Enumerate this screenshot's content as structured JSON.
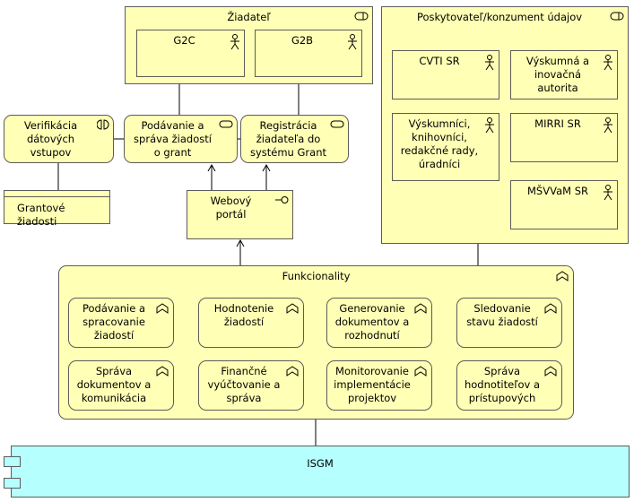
{
  "diagram": {
    "ziadatel": {
      "title": "Žiadateľ",
      "g2c": "G2C",
      "g2b": "G2B"
    },
    "poskytovatel": {
      "title": "Poskytovateľ/konzument údajov",
      "cvti": "CVTI SR",
      "vyskumna": "Výskumná a\ninovačná\nautorita",
      "vyskumnici": "Výskumníci,\nknihovníci,\nredakčné rady,\núradníci",
      "mirri": "MIRRI SR",
      "msvvam": "MŠVVaM SR"
    },
    "verifikacia": "Verifikácia\ndátových\nvstupov",
    "podavanie_sprava": "Podávanie a\nspráva žiadostí\no grant",
    "registracia": "Registrácia\nžiadateľa do\nsystému Grant",
    "grantove_ziadosti": "Grantové žiadosti",
    "webovy_portal": "Webový\nportál",
    "funkcionality": {
      "title": "Funkcionality",
      "items": [
        "Podávanie a\nspracovanie\nžiadostí",
        "Hodnotenie\nžiadostí",
        "Generovanie\ndokumentov a\nrozhodnutí",
        "Sledovanie\nstavu žiadostí",
        "Správa\ndokumentov a\nkomunikácia",
        "Finančné\nvyúčtovanie a\nspráva",
        "Monitorovanie\nimplementácie\nprojektov",
        "Správa\nhodnotiteľov a\nprístupových"
      ]
    },
    "isgm": "ISGM",
    "colors": {
      "element_fill": "#ffffb5",
      "component_fill": "#b5ffff",
      "border": "#5c5c5c"
    }
  }
}
